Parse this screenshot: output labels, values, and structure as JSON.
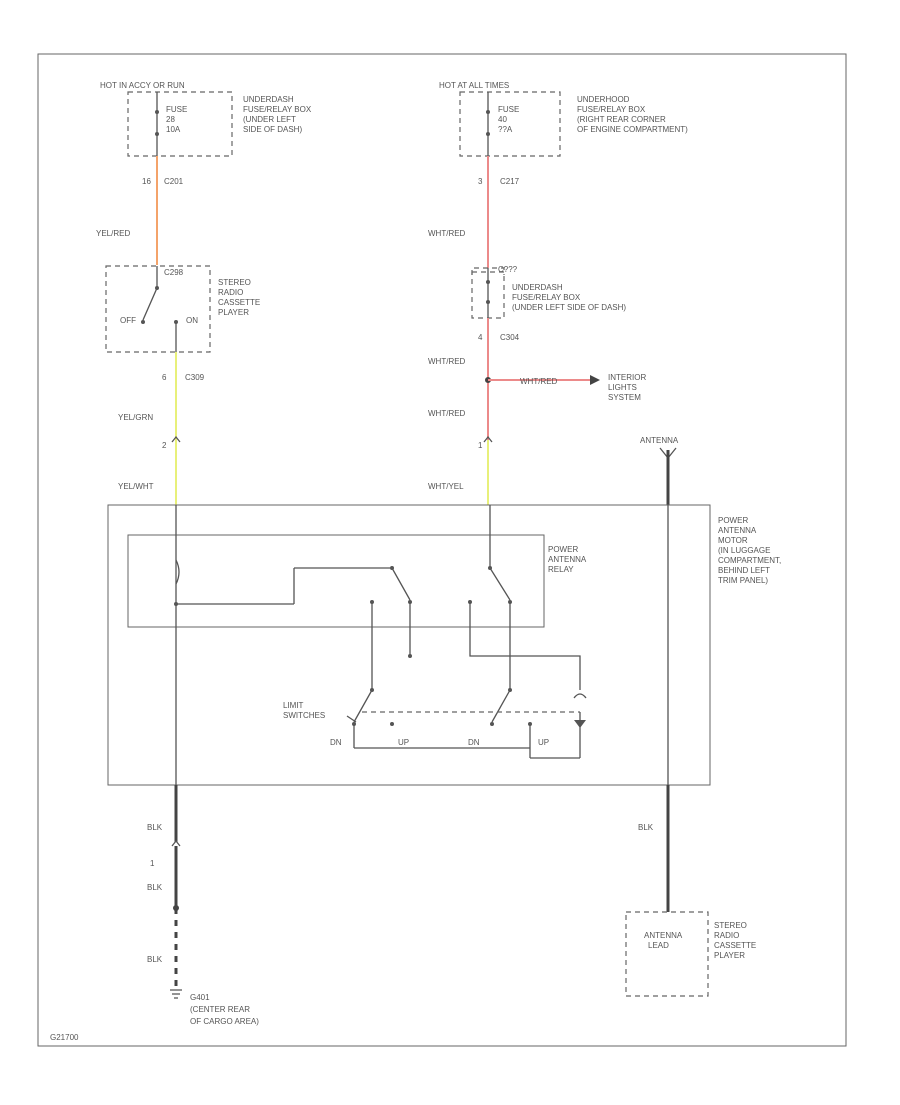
{
  "colors": {
    "orange": "#f4a36a",
    "red": "#ec8a8a",
    "yellow": "#e8f07a",
    "black": "#444444",
    "outline": "#666666"
  },
  "top_left": {
    "hot": "HOT IN ACCY OR RUN",
    "fuse": [
      "FUSE",
      "28",
      "10A"
    ],
    "location": [
      "UNDERDASH",
      "FUSE/RELAY BOX",
      "(UNDER LEFT",
      "SIDE OF DASH)"
    ],
    "pin": "16",
    "conn": "C201",
    "wire1": "YEL/RED",
    "switch_conn": "C298",
    "component": [
      "STEREO",
      "RADIO",
      "CASSETTE",
      "PLAYER"
    ],
    "off": "OFF",
    "on": "ON",
    "pin2": "6",
    "conn2": "C309",
    "wire2": "YEL/GRN",
    "pin3": "2",
    "wire3": "YEL/WHT"
  },
  "top_right": {
    "hot": "HOT AT ALL TIMES",
    "fuse": [
      "FUSE",
      "40",
      "??A"
    ],
    "location": [
      "UNDERHOOD",
      "FUSE/RELAY BOX",
      "(RIGHT REAR CORNER",
      "OF ENGINE COMPARTMENT)"
    ],
    "pin": "3",
    "conn": "C217",
    "wire1": "WHT/RED",
    "fuse2_conn": "C???",
    "location2": [
      "UNDERDASH",
      "FUSE/RELAY BOX",
      "(UNDER LEFT SIDE OF DASH)"
    ],
    "pin2": "4",
    "conn2": "C304",
    "wire2": "WHT/RED",
    "branch_wire": "WHT/RED",
    "branch_dest": [
      "INTERIOR",
      "LIGHTS",
      "SYSTEM"
    ],
    "wire3": "WHT/RED",
    "pin3": "1",
    "wire4": "WHT/YEL"
  },
  "antenna": {
    "label": "ANTENNA",
    "motor": [
      "POWER",
      "ANTENNA",
      "MOTOR",
      "(IN LUGGAGE",
      "COMPARTMENT,",
      "BEHIND LEFT",
      "TRIM PANEL)"
    ],
    "relay": [
      "POWER",
      "ANTENNA",
      "RELAY"
    ],
    "limit": [
      "LIMIT",
      "SWITCHES"
    ],
    "dn1": "DN",
    "up1": "UP",
    "dn2": "DN",
    "up2": "UP"
  },
  "bottom": {
    "blk1": "BLK",
    "pin": "1",
    "blk2": "BLK",
    "blk3": "BLK",
    "ground": [
      "G401",
      "(CENTER REAR",
      "OF CARGO AREA)"
    ],
    "blk_right": "BLK",
    "lead": [
      "ANTENNA",
      "LEAD"
    ],
    "component": [
      "STEREO",
      "RADIO",
      "CASSETTE",
      "PLAYER"
    ]
  },
  "footer": "G21700"
}
